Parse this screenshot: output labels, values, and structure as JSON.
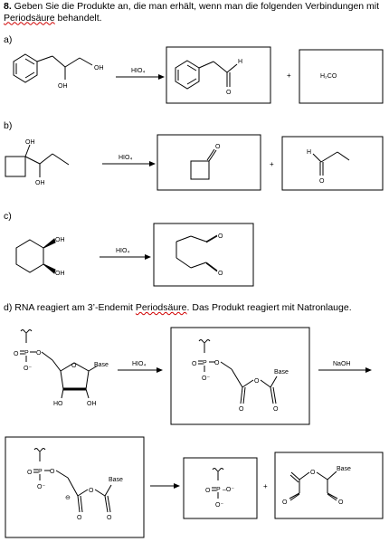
{
  "task": {
    "number": "8.",
    "text_part1": " Geben Sie die Produkte an, die man erhält, wenn man die folgenden Verbindungen mit ",
    "periodsaeure": "Periodsäure",
    "text_part2": " behandelt."
  },
  "parts": {
    "a": {
      "label": "a)",
      "reagent": "HIO₄",
      "plus": "+",
      "labels": {
        "oh1": "OH",
        "oh2": "OH",
        "h": "H",
        "o": "O"
      },
      "product2": "H₂CO"
    },
    "b": {
      "label": "b)",
      "reagent": "HIO₄",
      "plus": "+",
      "labels": {
        "oh1": "OH",
        "oh2": "OH",
        "o1": "O",
        "h": "H",
        "o2": "O"
      }
    },
    "c": {
      "label": "c)",
      "reagent": "HIO₄",
      "labels": {
        "oh1": "OH",
        "oh2": "OH",
        "o1": "O",
        "o2": "O"
      }
    },
    "d": {
      "label": "d)",
      "text_part1": " RNA reagiert am 3’-Endemit ",
      "periodsaeure": "Periodsäure",
      "text_part2": ". Das Produkt reagiert mit Natronlauge.",
      "reagent1": "HIO₄",
      "reagent2": "NaOH",
      "plus": "+",
      "labels": {
        "base": "Base",
        "p": "P",
        "o": "O",
        "o_minus": "O⁻",
        "ho": "HO",
        "oh": "OH",
        "minus": "⊖",
        "o_chain": "–O⁻"
      }
    }
  }
}
